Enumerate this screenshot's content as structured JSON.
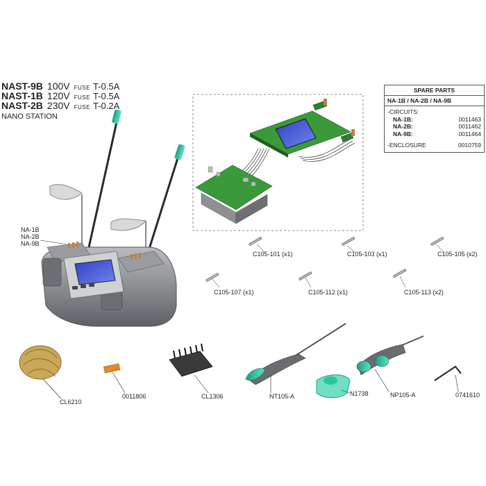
{
  "models": [
    {
      "name": "NAST-9B",
      "voltage": "100V",
      "fuse_label": "FUSE",
      "fuse": "T-0.5A"
    },
    {
      "name": "NAST-1B",
      "voltage": "120V",
      "fuse_label": "FUSE",
      "fuse": "T-0.5A"
    },
    {
      "name": "NAST-2B",
      "voltage": "230V",
      "fuse_label": "FUSE",
      "fuse": "T-0.2A"
    }
  ],
  "subtitle": "NANO STATION",
  "station_labels": [
    "NA-1B",
    "NA-2B",
    "NA-9B"
  ],
  "spare_parts": {
    "title": "SPARE PARTS",
    "models": "NA-1B / NA-2B / NA-9B",
    "circuits_label": "-CIRCUITS:",
    "circuits": [
      {
        "model": "NA-1B:",
        "ref": "0011463"
      },
      {
        "model": "NA-2B:",
        "ref": "0011462"
      },
      {
        "model": "NA-9B:",
        "ref": "0011464"
      }
    ],
    "enclosure_label": "-ENCLOSURE",
    "enclosure_ref": "0010759"
  },
  "cartridges": [
    "C105-101 (x1)",
    "C105-103 (x1)",
    "C105-105 (x2)",
    "C105-107 (x1)",
    "C105-112 (x1)",
    "C105-113 (x2)"
  ],
  "accessories": {
    "cl6210": "CL6210",
    "p0011806": "0011806",
    "cl1306": "CL1306",
    "nt105a": "NT105-A",
    "n1738": "N1738",
    "np105a": "NP105-A",
    "p0741610": "0741610"
  },
  "colors": {
    "pcb": "#3a9a3a",
    "accent_teal": "#2ec4a0",
    "housing": "#8d8f92",
    "screen": "#3a4fd0",
    "brass": "#c9a85a"
  }
}
